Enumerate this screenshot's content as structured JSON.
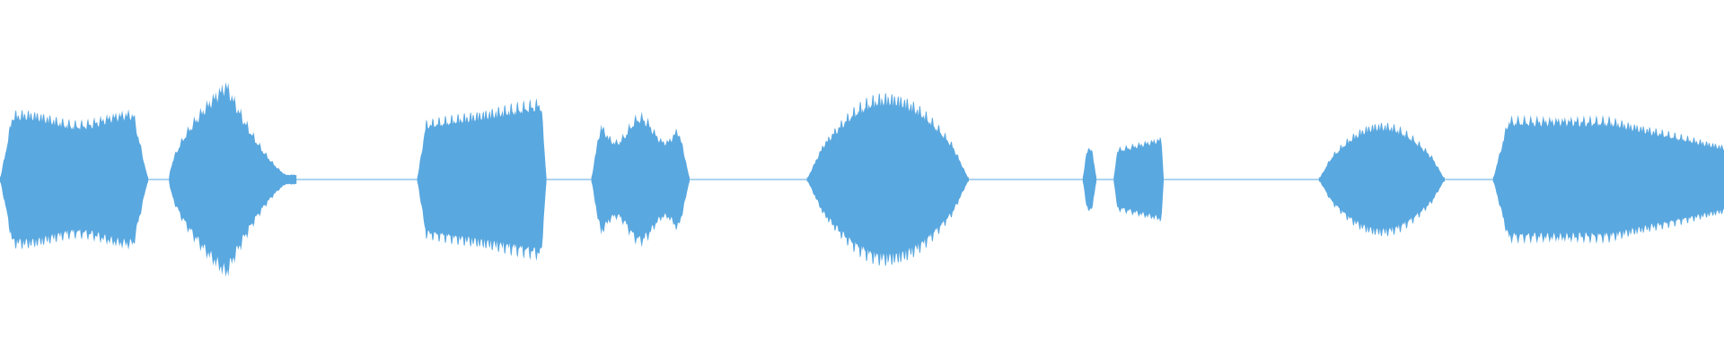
{
  "waveform": {
    "color": "#5aa8e0",
    "background": "#ffffff",
    "baseline_amplitude": 0.012,
    "segments": [
      {
        "start": 0.0,
        "end": 0.086,
        "amp": 0.4,
        "shape": "plateau"
      },
      {
        "start": 0.098,
        "end": 0.172,
        "amp": 0.58,
        "shape": "rise-fall"
      },
      {
        "start": 0.242,
        "end": 0.317,
        "amp": 0.47,
        "shape": "ramp-up"
      },
      {
        "start": 0.343,
        "end": 0.4,
        "amp": 0.38,
        "shape": "double-hump"
      },
      {
        "start": 0.468,
        "end": 0.562,
        "amp": 0.5,
        "shape": "dome"
      },
      {
        "start": 0.628,
        "end": 0.636,
        "amp": 0.2,
        "shape": "spike"
      },
      {
        "start": 0.646,
        "end": 0.675,
        "amp": 0.25,
        "shape": "ramp-up"
      },
      {
        "start": 0.765,
        "end": 0.838,
        "amp": 0.33,
        "shape": "dome"
      },
      {
        "start": 0.866,
        "end": 1.0,
        "amp": 0.36,
        "shape": "taper"
      }
    ]
  }
}
